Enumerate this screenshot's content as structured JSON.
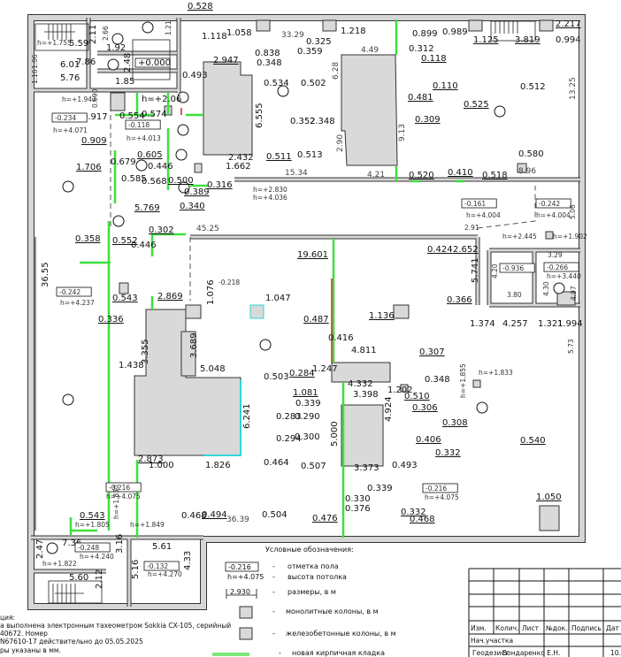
{
  "plan": {
    "labels": [
      "0.528",
      "1.118",
      "1.058",
      "33.29",
      "0.325",
      "1.218",
      "0.359",
      "0.838",
      "0.348",
      "2.947",
      "0.493",
      "0.534",
      "0.502",
      "0.899",
      "0.989",
      "1.125",
      "3.819",
      "2.217",
      "0.994",
      "0.312",
      "0.118",
      "0.110",
      "0.481",
      "0.525",
      "0.512",
      "0.309",
      "0.580",
      "8.96",
      "0.520",
      "0.410",
      "0.518",
      "4.49",
      "6.28",
      "9.13",
      "2.90",
      "4.21",
      "15.34",
      "13.25",
      "0.513",
      "0.352",
      "2.348",
      "6.555",
      "2.432",
      "1.662",
      "0.511",
      "0.316",
      "h=+2.830",
      "h=+4.036",
      "h=+1.755",
      "5.59",
      "2.11",
      "6.01",
      "7.86",
      "1.06",
      "5.76",
      "1.16",
      "1.92",
      "2.66",
      "2.48",
      "1.85",
      "1.21",
      "+0.000",
      "h=+1.943",
      "0.690",
      "0.917",
      "-0.234",
      "h=+4.071",
      "0.554",
      "0.574",
      "-0.118",
      "h=+4.013",
      "0.909",
      "1.706",
      "0.605",
      "0.679",
      "0.446",
      "0.585",
      "0.568",
      "0.500",
      "0.389",
      "5.769",
      "0.340",
      "h=+2.06",
      "45.25",
      "-0.161",
      "h=+4.004",
      "-0.242",
      "h=+4.004",
      "5.06",
      "2.91",
      "h=+2.445",
      "h=+1.902",
      "19.601",
      "0.424",
      "2.652",
      "0.358",
      "0.552",
      "0.302",
      "0.446",
      "5.741",
      "-0.936",
      "4.20",
      "3.80",
      "3.29",
      "-0.266",
      "h=+3.440",
      "4.30",
      "4.97",
      "0.366",
      "1.374",
      "4.257",
      "1.321",
      "1.994",
      "36.55",
      "-0.242",
      "h=+4.237",
      "0.543",
      "0.336",
      "2.869",
      "1.076",
      "1.047",
      "0.487",
      "1.136",
      "1.438",
      "3.355",
      "3.689",
      "5.048",
      "0.416",
      "4.811",
      "0.307",
      "0.503",
      "0.284",
      "1.247",
      "4.332",
      "3.398",
      "1.202",
      "1.081",
      "0.339",
      "0.348",
      "0.510",
      "h=+1.833",
      "h=+1.855",
      "5.73",
      "0.306",
      "0.308",
      "6.241",
      "0.283",
      "0.290",
      "0.294",
      "0.300",
      "5.000",
      "4.924",
      "0.406",
      "0.332",
      "0.493",
      "0.540",
      "2.873",
      "1.000",
      "1.826",
      "0.464",
      "0.507",
      "3.373",
      "0.339",
      "0.330",
      "0.376",
      "-0.216",
      "h=+4.075",
      "-0.216",
      "h=+4.075",
      "1.050",
      "0.543",
      "h=+1.805",
      "0.468",
      "0.494",
      "36.39",
      "0.504",
      "0.476",
      "0.332",
      "0.468",
      "h=+1.849",
      "h=+1.830",
      "2.47",
      "7.36",
      "-0.248",
      "h=+4.240",
      "h=+1.822",
      "3.16",
      "5.61",
      "5.16",
      "-0.132",
      "h=+4.270",
      "4.33",
      "5.60",
      "2.12",
      "-0.218",
      "-0.161",
      "h=+4.004"
    ]
  },
  "notes": [
    "ция:",
    "ъемка выполнена электронным тахеометром Sokkia CX-105, серийный",
    "40672. Номер",
    "N67610-17 действительно до 05.05.2025",
    "ры указаны в мм."
  ],
  "legend": {
    "title": "Условные обозначения:",
    "sample_floor": "-0.216",
    "sample_ceiling": "h=+4.075",
    "sample_dim": "2.930",
    "dash": "-",
    "floor_mark": "отметка пола",
    "ceiling_height": "высота потолка",
    "dimensions": "размеры, в м",
    "monolithic_columns": "монолитные колоны, в м",
    "rc_columns": "железобетонные колоны, в м",
    "new_brickwork": "новая кирпичная кладка"
  },
  "title_block": {
    "headers": [
      "Изм.",
      "Колич.",
      "Лист",
      "№док.",
      "Подпись",
      "Дат"
    ],
    "row1_label": "Нач.участка",
    "row2_label": "Геодезист",
    "row2_name": "Бондаренко Е.Н.",
    "row2_date": "10."
  },
  "colors": {
    "wall": "#d6d6d6",
    "column": "#d9d9d9",
    "new_brick": "#3ee03e",
    "accent_cyan": "#2fd6d6",
    "mark_red": "#d02020"
  }
}
